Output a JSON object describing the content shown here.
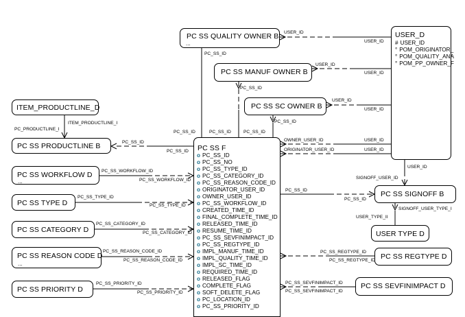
{
  "entities": {
    "user_d": {
      "title": "USER_D",
      "attributes": [
        {
          "marker": "#",
          "name": "USER_ID"
        },
        {
          "marker": "°",
          "name": "POM_ORIGINATOR_"
        },
        {
          "marker": "°",
          "name": "POM_QUALITY_ANA"
        },
        {
          "marker": "°",
          "name": "POM_PP_OWNER_F"
        }
      ]
    },
    "quality_owner": {
      "title": "PC SS QUALITY OWNER B",
      "more": "..."
    },
    "manuf_owner": {
      "title": "PC SS MANUF OWNER B"
    },
    "sc_owner": {
      "title": "PC SS SC OWNER B"
    },
    "item_productline": {
      "title": "ITEM_PRODUCTLINE_D"
    },
    "productline": {
      "title": "PC SS PRODUCTLINE B"
    },
    "workflow": {
      "title": "PC SS WORKFLOW D",
      "more": "..."
    },
    "type": {
      "title": "PC SS TYPE D"
    },
    "category": {
      "title": "PC SS CATEGORY D"
    },
    "reason_code": {
      "title": "PC SS REASON CODE D",
      "more": "..."
    },
    "priority": {
      "title": "PC SS PRIORITY D"
    },
    "signoff": {
      "title": "PC SS SIGNOFF B"
    },
    "user_type": {
      "title": "USER TYPE D"
    },
    "regtype": {
      "title": "PC SS REGTYPE D"
    },
    "sevfinimpact": {
      "title": "PC SS SEVFINIMPACT D"
    },
    "pc_ss_f": {
      "title": "PC SS F",
      "attributes": [
        {
          "marker": "o",
          "name": "PC_SS_ID"
        },
        {
          "marker": "o",
          "name": "PC_SS_NO"
        },
        {
          "marker": "o",
          "name": "PC_SS_TYPE_ID"
        },
        {
          "marker": "o",
          "name": "PC_SS_CATEGORY_ID"
        },
        {
          "marker": "o",
          "name": "PC_SS_REASON_CODE_ID"
        },
        {
          "marker": "o",
          "name": "ORIGINATOR_USER_ID"
        },
        {
          "marker": "o",
          "name": "OWNER_USER_ID"
        },
        {
          "marker": "o",
          "name": "PC_SS_WORKFLOW_ID"
        },
        {
          "marker": "o",
          "name": "CREATED_TIME_ID"
        },
        {
          "marker": "o",
          "name": "FINAL_COMPLETE_TIME_ID"
        },
        {
          "marker": "o",
          "name": "RELEASED_TIME_ID"
        },
        {
          "marker": "o",
          "name": "RESUME_TIME_ID"
        },
        {
          "marker": "o",
          "name": "PC_SS_SEVFINIMPACT_ID"
        },
        {
          "marker": "o",
          "name": "PC_SS_REGTYPE_ID"
        },
        {
          "marker": "o",
          "name": "IMPL_MANUF_TIME_ID"
        },
        {
          "marker": "o",
          "name": "IMPL_QUALITY_TIME_ID"
        },
        {
          "marker": "o",
          "name": "IMPL_SC_TIME_ID"
        },
        {
          "marker": "o",
          "name": "REQUIRED_TIME_ID"
        },
        {
          "marker": "o",
          "name": "RELEASED_FLAG"
        },
        {
          "marker": "o",
          "name": "COMPLETE_FLAG"
        },
        {
          "marker": "o",
          "name": "SOFT_DELETE_FLAG"
        },
        {
          "marker": "o",
          "name": "PC_LOCATION_ID"
        },
        {
          "marker": "o",
          "name": "PC_SS_PRIORITY_ID"
        }
      ]
    }
  },
  "role_labels": {
    "quality_user_id_top": "USER_ID",
    "quality_user_id_bottom": "USER_ID",
    "quality_pc_ss_id": "PC_SS_ID",
    "manuf_user_id_top": "USER_ID",
    "manuf_user_id_bottom": "USER_ID",
    "manuf_pc_ss_id": "PC_SS_ID",
    "sc_user_id_top": "USER_ID",
    "sc_user_id_bottom": "USER_ID",
    "sc_pc_ss_id": "PC_SS_ID",
    "f_pc_ss_id_1": "PC_SS_ID",
    "f_pc_ss_id_2": "PC_SS_ID",
    "f_pc_ss_id_3": "PC_SS_ID",
    "owner_user_id": "OWNER_USER_ID",
    "owner_user_id_b": "USER_ID",
    "originator_user_id": "ORIGINATOR_USER_ID",
    "originator_user_id_b": "USER_ID",
    "productline_i_top": "PC_PRODUCTLINE_I",
    "productline_i_right": "ITEM_PRODUCTLINE_I",
    "productline_pc_ss_id_top": "PC_SS_ID",
    "productline_pc_ss_id_bottom": "PC_SS_ID",
    "workflow_top": "PC_SS_WORKFLOW_ID",
    "workflow_bottom": "PC_SS_WORKFLOW_ID",
    "type_top": "PC_SS_TYPE_ID",
    "type_bottom": "PC_SS_TYPE_ID",
    "category_top": "PC_SS_CATEGORY_ID",
    "category_bottom": "PC_SS_CATEGORY_ID",
    "reason_top": "PC_SS_REASON_CODE_ID",
    "reason_bottom": "PC_SS_REASON_CODE_ID",
    "priority_top": "PC_SS_PRIORITY_ID",
    "priority_bottom": "PC_SS_PRIORITY_ID",
    "signoff_user_id": "USER_ID",
    "signoff_user_id_b": "SIGNOFF_USER_ID",
    "signoff_pc_ss_id_top": "PC_SS_ID",
    "signoff_pc_ss_id_bottom": "PC_SS_ID",
    "signoff_user_type_top": "SIGNOFF_USER_TYPE_I",
    "signoff_user_type_bottom": "USER_TYPE_II",
    "regtype_top": "PC_SS_REGTYPE_ID",
    "regtype_bottom": "PC_SS_REGTYPE_ID",
    "sevfin_top": "PC_SS_SEVFINIMPACT_ID",
    "sevfin_bottom": "PC_SS_SEVFINIMPACT_ID"
  }
}
